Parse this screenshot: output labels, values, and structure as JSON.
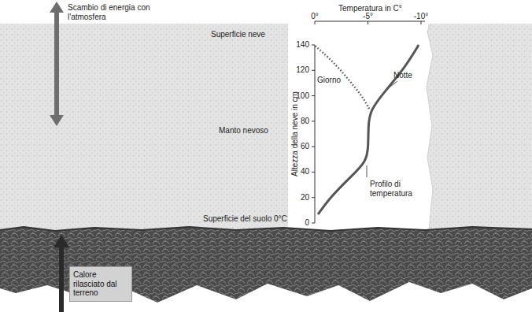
{
  "diagram": {
    "nodes": [
      {
        "text": [
          "Calore rilasciato dal terreno"
        ]
      }
    ],
    "labels": [
      "Scambio di energia con l'atmosfera",
      "Superficie neve",
      "Manto nevoso",
      "Superficie del suolo 0°C",
      "Temperatura in C°",
      "0°",
      "-5°",
      "-10°",
      "140",
      "120",
      "100",
      "80",
      "60",
      "40",
      "20",
      "0",
      "Altezza della neve in cm",
      "Giorno",
      "Notte",
      "Profilo di temperatura"
    ]
  }
}
